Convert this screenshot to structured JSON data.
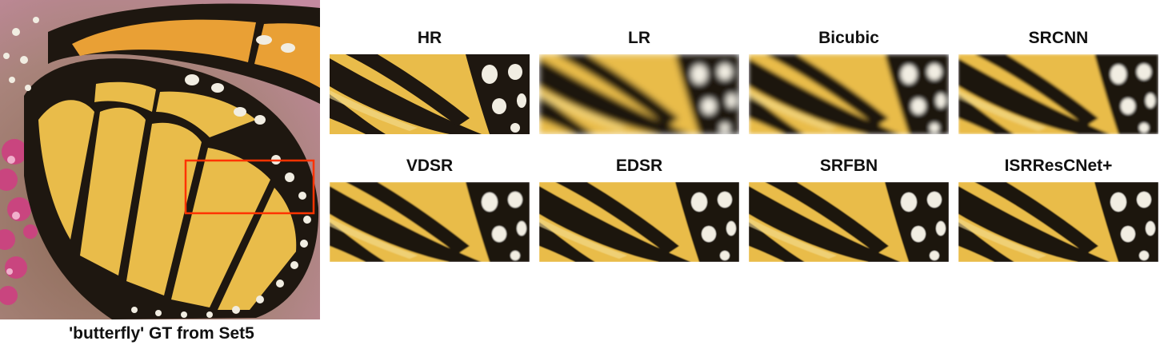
{
  "main": {
    "caption": "'butterfly' GT from Set5",
    "highlight_color": "#ff3300"
  },
  "colors": {
    "wing_yellow": "#e9bc4a",
    "wing_orange": "#e9a035",
    "vein_dark": "#1e1710",
    "spot_white": "#f1ede2",
    "flower_pink": "#c9457f",
    "background": "#9a7a5c"
  },
  "methods": [
    {
      "label": "HR",
      "blur": 0
    },
    {
      "label": "LR",
      "blur": 4
    },
    {
      "label": "Bicubic",
      "blur": 2.6
    },
    {
      "label": "SRCNN",
      "blur": 1.6
    },
    {
      "label": "VDSR",
      "blur": 0.8
    },
    {
      "label": "EDSR",
      "blur": 0.6
    },
    {
      "label": "SRFBN",
      "blur": 0.5
    },
    {
      "label": "ISRResCNet+",
      "blur": 0.4
    }
  ]
}
